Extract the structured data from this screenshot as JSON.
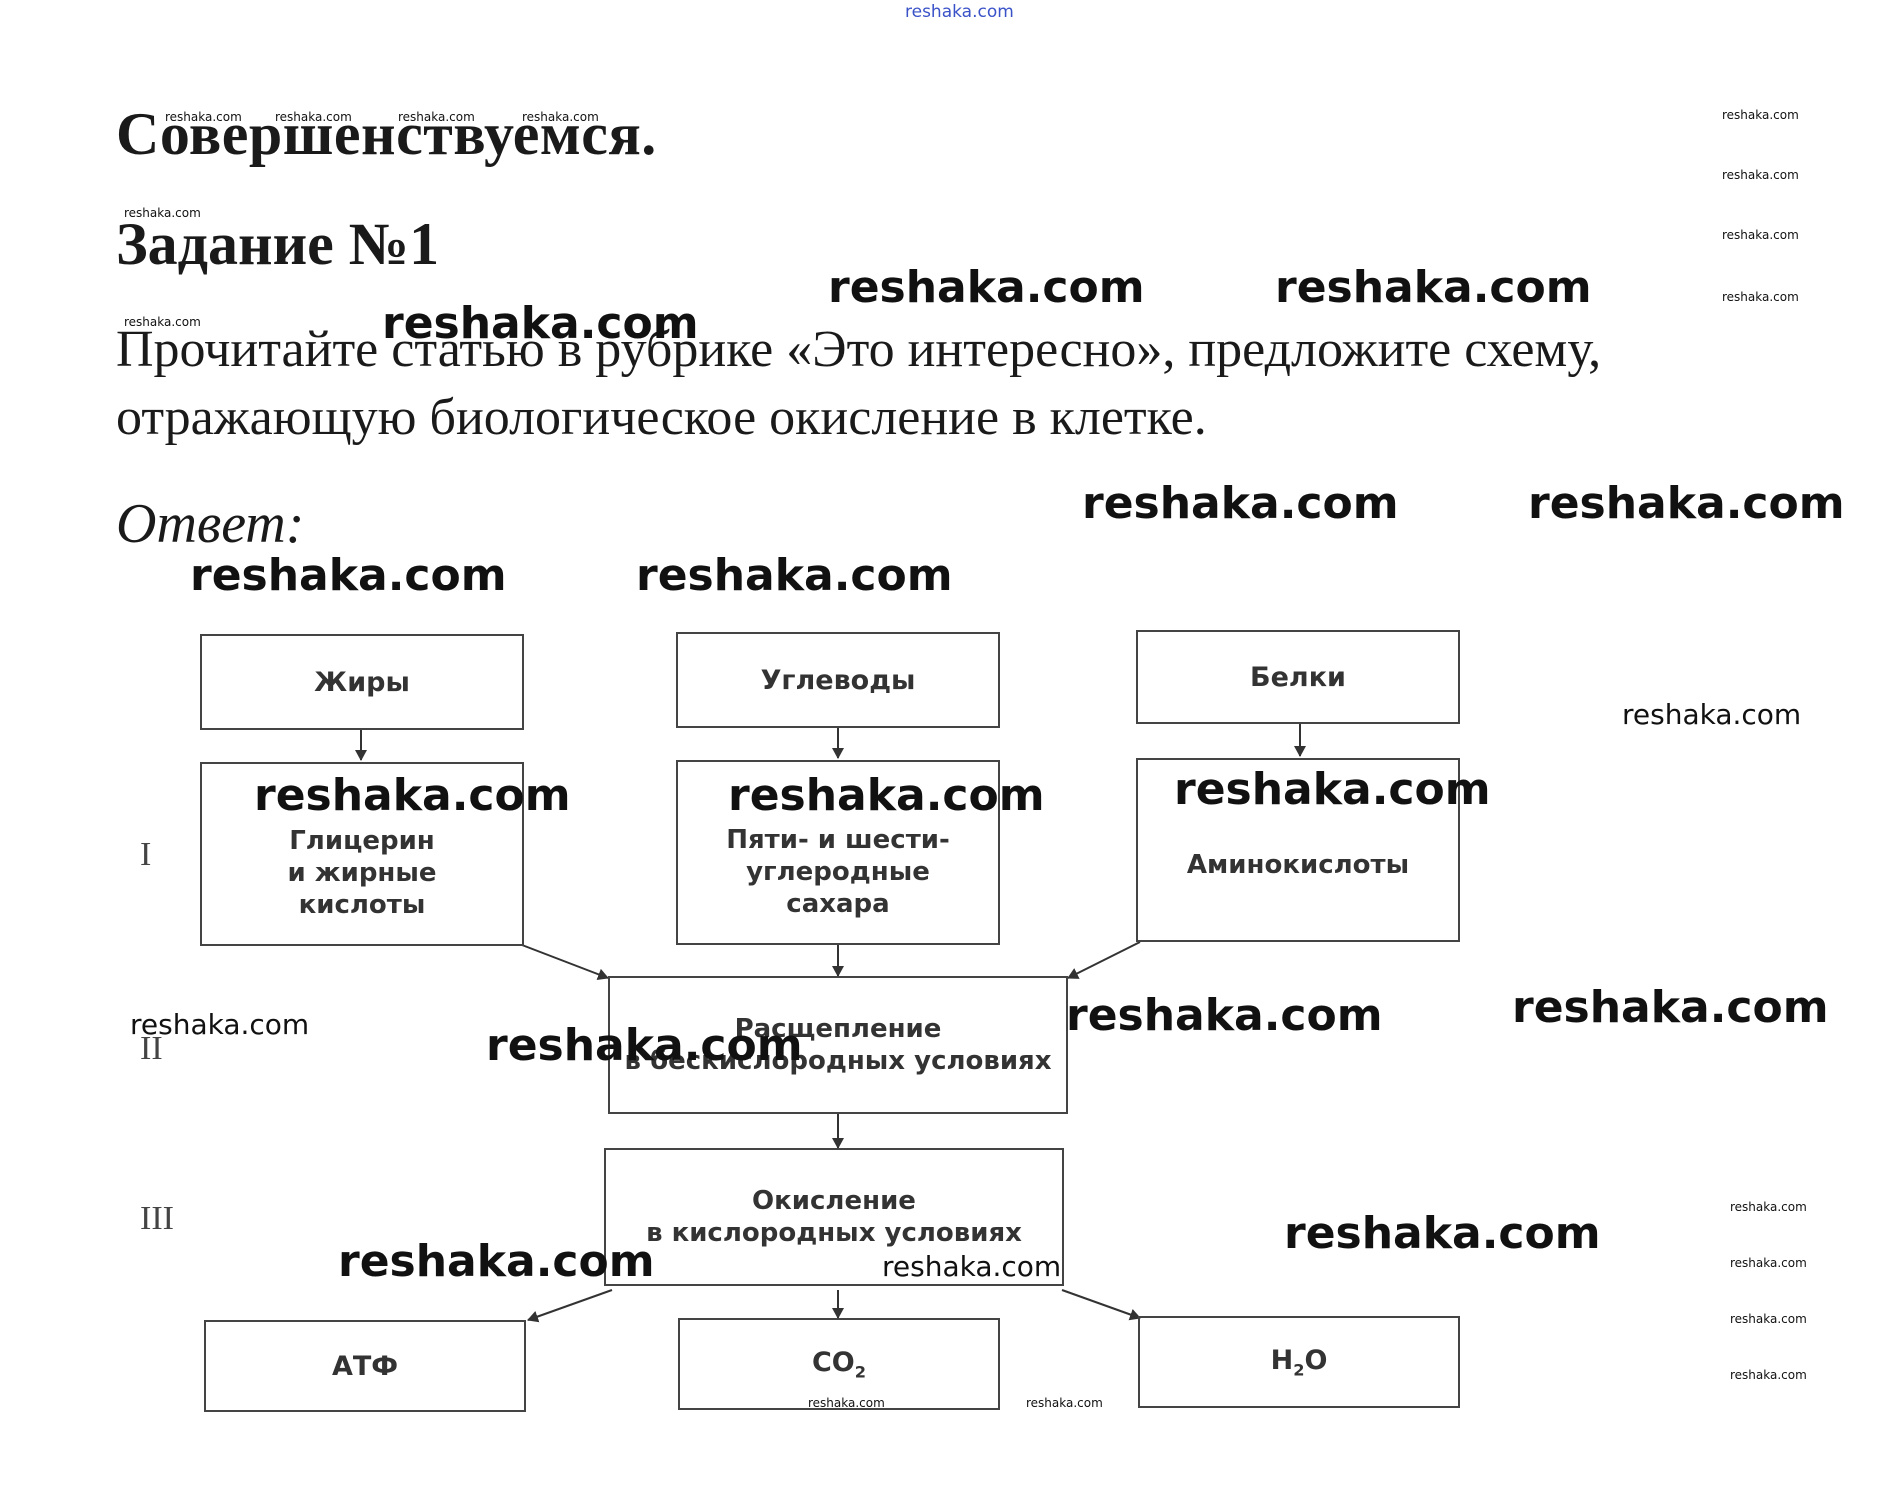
{
  "site": {
    "top_label": "reshaka.com"
  },
  "header": {
    "title": "Совершенствуемся."
  },
  "task": {
    "title": "Задание №1",
    "text": "Прочитайте статью в рубрике «Это интересно», предложите схему, отражающую биологическое окисление в клетке.",
    "answer_label": "Ответ:"
  },
  "diagram": {
    "levels": [
      "I",
      "II",
      "III"
    ],
    "sources": [
      "Жиры",
      "Углеводы",
      "Белки"
    ],
    "monomers": [
      "Глицерин\nи жирные\nкислоты",
      "Пяти- и шести-\nуглеродные\nсахара",
      "Аминокислоты"
    ],
    "stage2": "Расщепление\nв бескислородных условиях",
    "stage3": "Окисление\nв кислородных условиях",
    "products": {
      "atp": "АТФ",
      "co2_base": "CO",
      "co2_sub": "2",
      "h2o_h": "H",
      "h2o_sub": "2",
      "h2o_o": "O"
    }
  },
  "watermarks": {
    "text": "reshaka.com"
  }
}
